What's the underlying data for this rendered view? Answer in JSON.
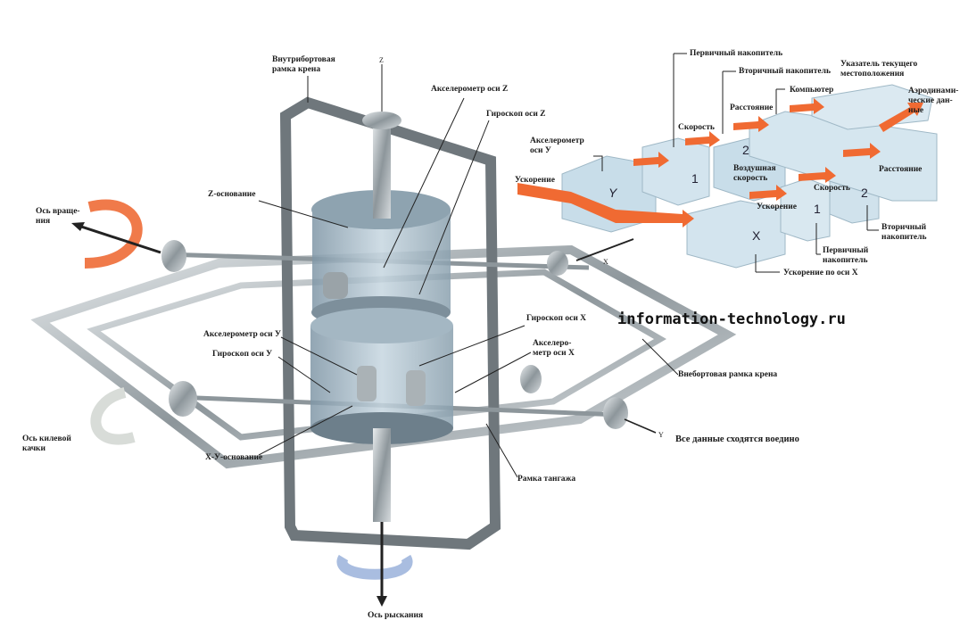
{
  "gimbal_labels": {
    "inner_roll_frame": "Внутрибортовая рамка крена",
    "z_axis": "Z",
    "accel_z": "Акселерометр оси Z",
    "gyro_z": "Гироскоп оси Z",
    "z_base": "Z-основание",
    "rotation_axis": "Ось враще-ния",
    "accel_y": "Акселерометр оси У",
    "gyro_y": "Гироскоп оси У",
    "gyro_x": "Гироскоп оси X",
    "accel_x": "Акселеро-метр оси X",
    "outer_roll_frame": "Внебортовая рамка крена",
    "pitch_axis": "Ось килевой качки",
    "xy_base": "X-У-основание",
    "pitch_frame": "Рамка тангажа",
    "all_data": "Все данные сходятся воедино",
    "yaw_axis": "Ось рыскания",
    "x_axis": "X",
    "y_axis": "Y"
  },
  "watermark": "information-technology.ru",
  "flow_labels": {
    "primary_integrator_top": "Первичный накопитель",
    "secondary_integrator_top": "Вторичный накопитель",
    "position_indicator": "Указатель текущего местоположения",
    "computer": "Компьютер",
    "aero_data": "Аэродинами-ческие дан-ные",
    "distance_top": "Расстояние",
    "speed_top": "Скорость",
    "accel_y": "Акселерометр оси У",
    "acceleration_left": "Ускорение",
    "airspeed": "Воздушная скорость",
    "distance_right": "Расстояние",
    "speed_right": "Скорость",
    "acceleration_mid": "Ускорение",
    "secondary_integrator_bottom": "Вторичный накопитель",
    "primary_integrator_bottom": "Первичный накопитель",
    "accel_x_axis": "Ускорение по оси X"
  },
  "box_marks": {
    "y": "Y",
    "one_a": "1",
    "two_a": "2",
    "two_b": "2",
    "one_b": "1",
    "x": "X"
  },
  "colors": {
    "arrow": "#f06a32",
    "block": "#cfe3ee",
    "metal": "#9aa3a8"
  }
}
